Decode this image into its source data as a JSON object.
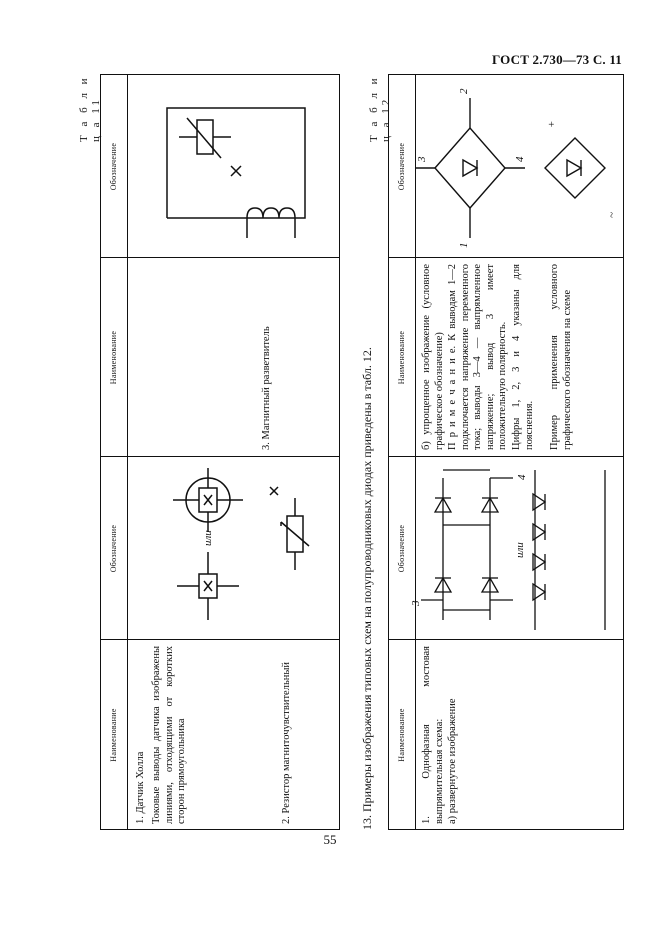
{
  "page": {
    "header": "ГОСТ 2.730—73 С. 11",
    "page_number": "55"
  },
  "table11": {
    "label": "Т а б л и ц а  11",
    "col_name": "Наименование",
    "col_symbol": "Обозначение",
    "row1_title": "1. Датчик Холла",
    "row1_text": "Токовые выводы датчика изображены линиями, отходящими от коротких сторон прямоугольника",
    "row1_or": "или",
    "row2_text": "2. Резистор магниточувствительный",
    "row3_text": "3. Магнитный разветвитель"
  },
  "caption": "13. Примеры изображения типовых схем на полупроводниковых диодах приведены в табл. 12.",
  "table12": {
    "label": "Т а б л и ц а  12",
    "col_name": "Наименование",
    "col_symbol": "Обозначение",
    "row1_title": "1. Однофазная мостовая выпрямительная схема:",
    "row1_a": "а) развернутое изображение",
    "row1_or": "или",
    "row1_b": "б) упрощенное изображение (условное графическое обозначение)",
    "note": "П р и м е ч а н и е. К выводам 1—2 подключается напряжение переменного тока; выводы 3—4 — выпрямленное напряжение; вывод 3 имеет положительную полярность.",
    "digits_note": "Цифры 1, 2, 3 и 4 указаны для пояснения.",
    "example": "Пример применения условного графического обозначения на схеме",
    "pin1": "1",
    "pin2": "2",
    "pin3": "3",
    "pin4": "4",
    "plus": "+",
    "ac": "~"
  }
}
